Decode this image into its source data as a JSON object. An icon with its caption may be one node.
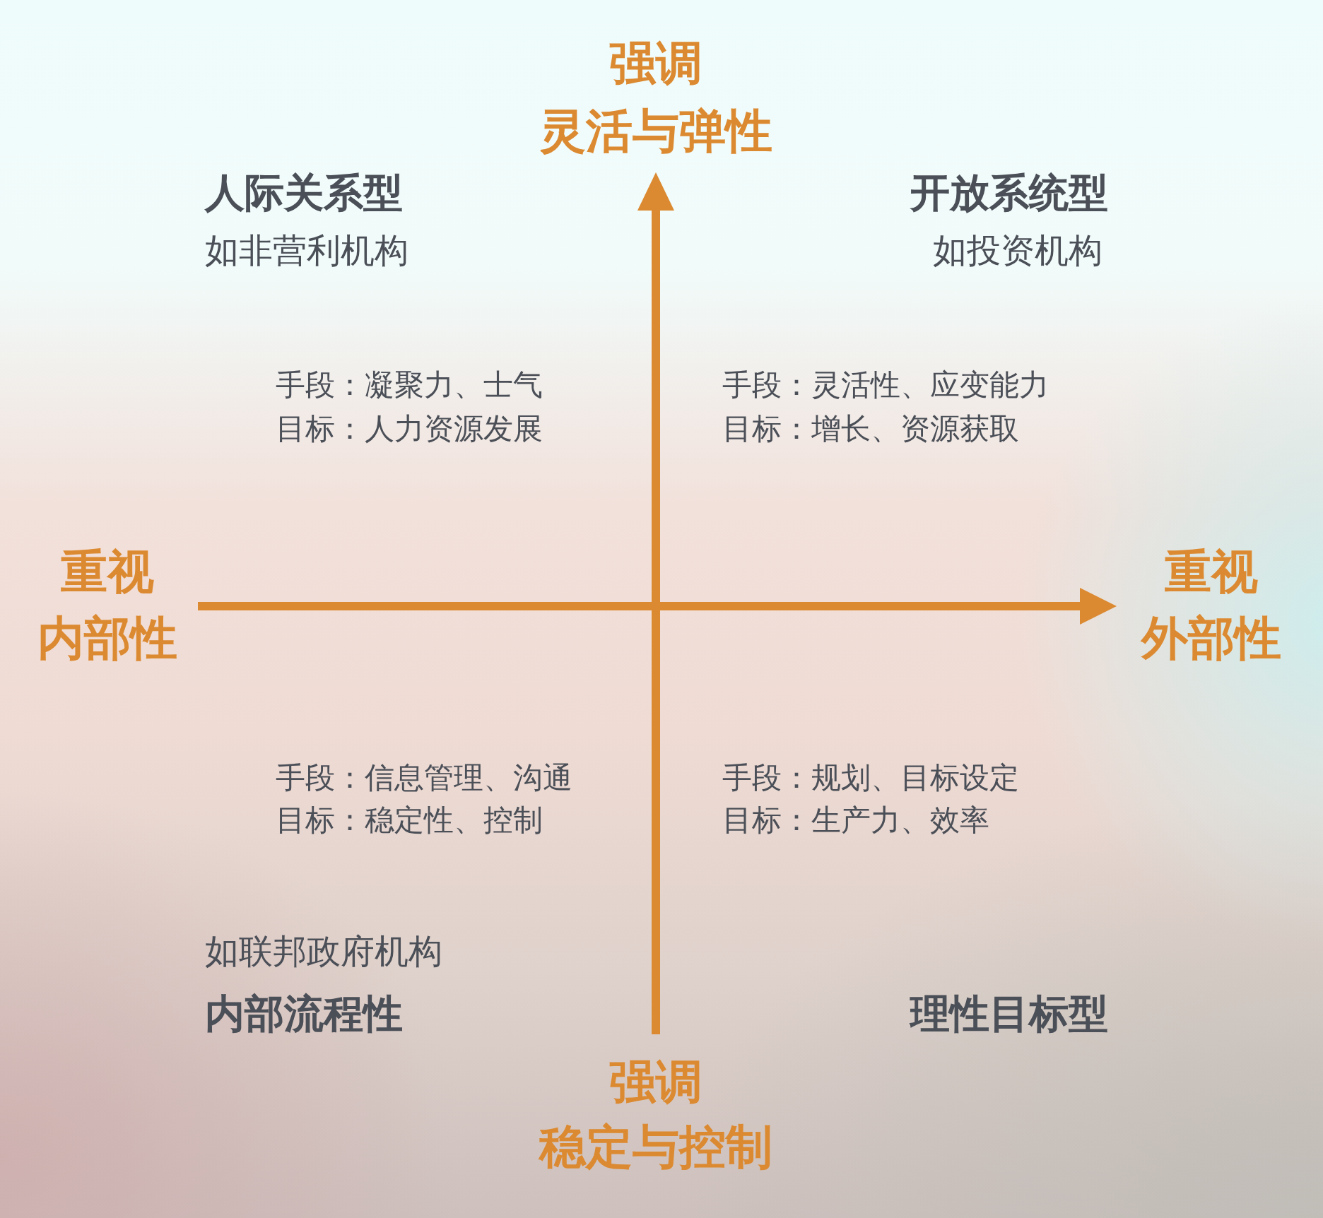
{
  "diagram": {
    "labels": [
      "强调",
      "灵活与弹性",
      "人际关系型",
      "开放系统型",
      "如非营利机构",
      "如投资机构",
      "手段：凝聚力、士气",
      "手段：灵活性、应变能力",
      "目标：人力资源发展",
      "目标：增长、资源获取",
      "重视",
      "重视",
      "内部性",
      "外部性",
      "手段：信息管理、沟通",
      "手段：规划、目标设定",
      "目标：稳定性、控制",
      "目标：生产力、效率",
      "如联邦政府机构",
      "内部流程性",
      "理性目标型",
      "强调",
      "稳定与控制"
    ]
  }
}
